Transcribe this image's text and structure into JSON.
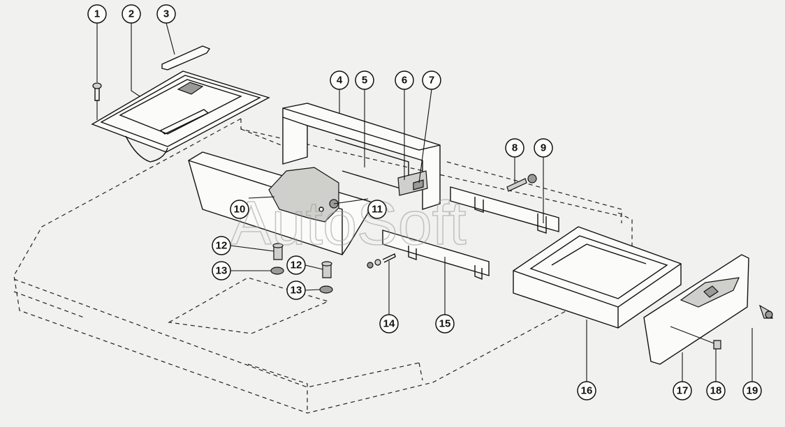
{
  "watermark": "AutoSoft",
  "callouts": [
    "1",
    "2",
    "3",
    "4",
    "5",
    "6",
    "7",
    "8",
    "9",
    "10",
    "11",
    "12",
    "13",
    "12",
    "13",
    "14",
    "15",
    "16",
    "17",
    "18",
    "19"
  ],
  "colors": {
    "line": "#111111",
    "background": "#f1f1ef",
    "watermark": "#9c9c9c"
  }
}
